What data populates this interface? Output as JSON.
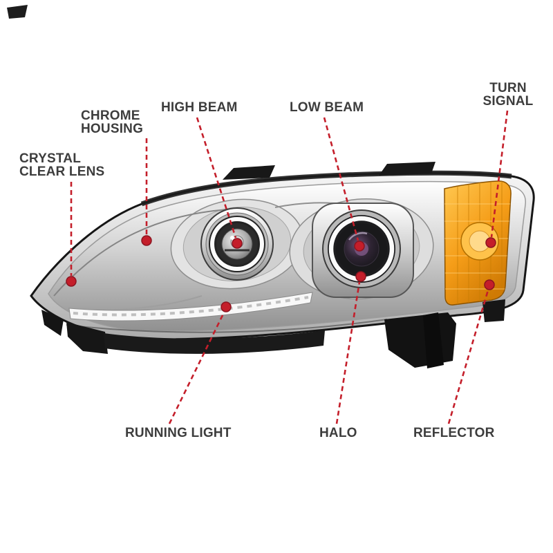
{
  "colors": {
    "background": "#ffffff",
    "callout_line": "#c41e2a",
    "callout_dot": "#c41e2a",
    "label_text": "#3d3d3d",
    "amber_lens": "#f59d18",
    "halo_ring": "#fbfbfb",
    "chrome": "#d3d3d3",
    "shell_outline": "#161616"
  },
  "diagram": {
    "callouts": [
      {
        "id": "crystal-clear-lens",
        "label": "CRYSTAL\nCLEAR LENS"
      },
      {
        "id": "chrome-housing",
        "label": "CHROME\nHOUSING"
      },
      {
        "id": "high-beam",
        "label": "HIGH BEAM"
      },
      {
        "id": "low-beam",
        "label": "LOW BEAM"
      },
      {
        "id": "turn-signal",
        "label": "TURN\nSIGNAL"
      },
      {
        "id": "running-light",
        "label": "RUNNING LIGHT"
      },
      {
        "id": "halo",
        "label": "HALO"
      },
      {
        "id": "reflector",
        "label": "REFLECTOR"
      }
    ]
  }
}
